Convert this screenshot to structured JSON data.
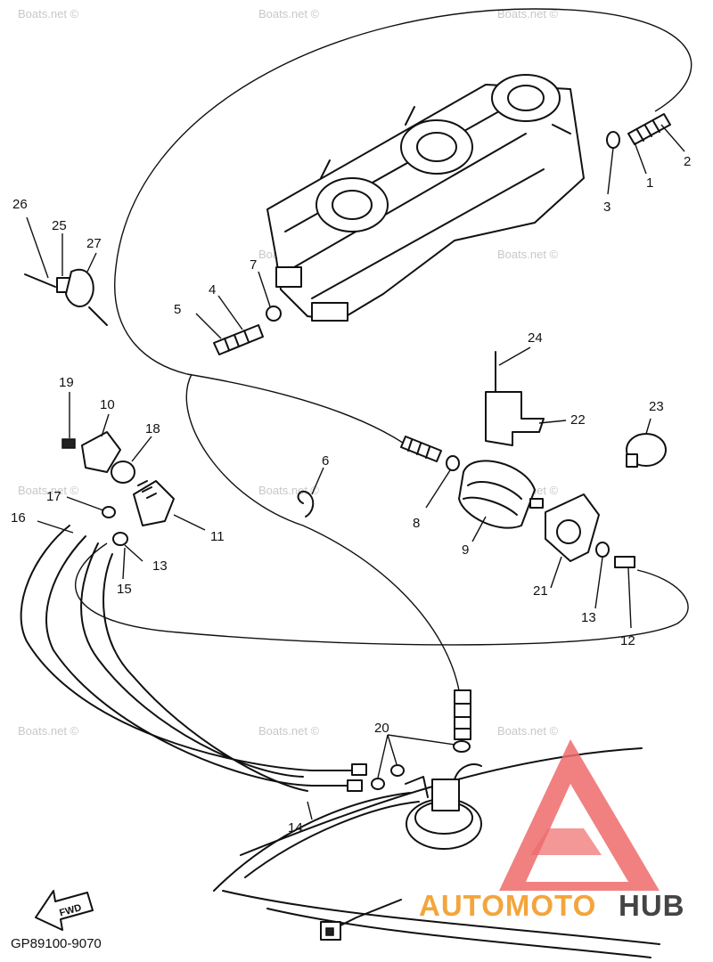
{
  "diagram": {
    "callouts": [
      "1",
      "2",
      "3",
      "4",
      "5",
      "6",
      "7",
      "8",
      "9",
      "10",
      "11",
      "12",
      "13",
      "14",
      "15",
      "16",
      "17",
      "18",
      "19",
      "20",
      "21",
      "22",
      "23",
      "24",
      "25",
      "26",
      "27",
      "13"
    ],
    "drawing_code": "GP89100-9070",
    "direction_label": "FWD",
    "watermark": "Boats.net ©",
    "logo": {
      "part1": "AUTOMOTO",
      "part2": "HUB",
      "accent": "#f3a53c",
      "triangle": "#ee6b6b"
    }
  }
}
